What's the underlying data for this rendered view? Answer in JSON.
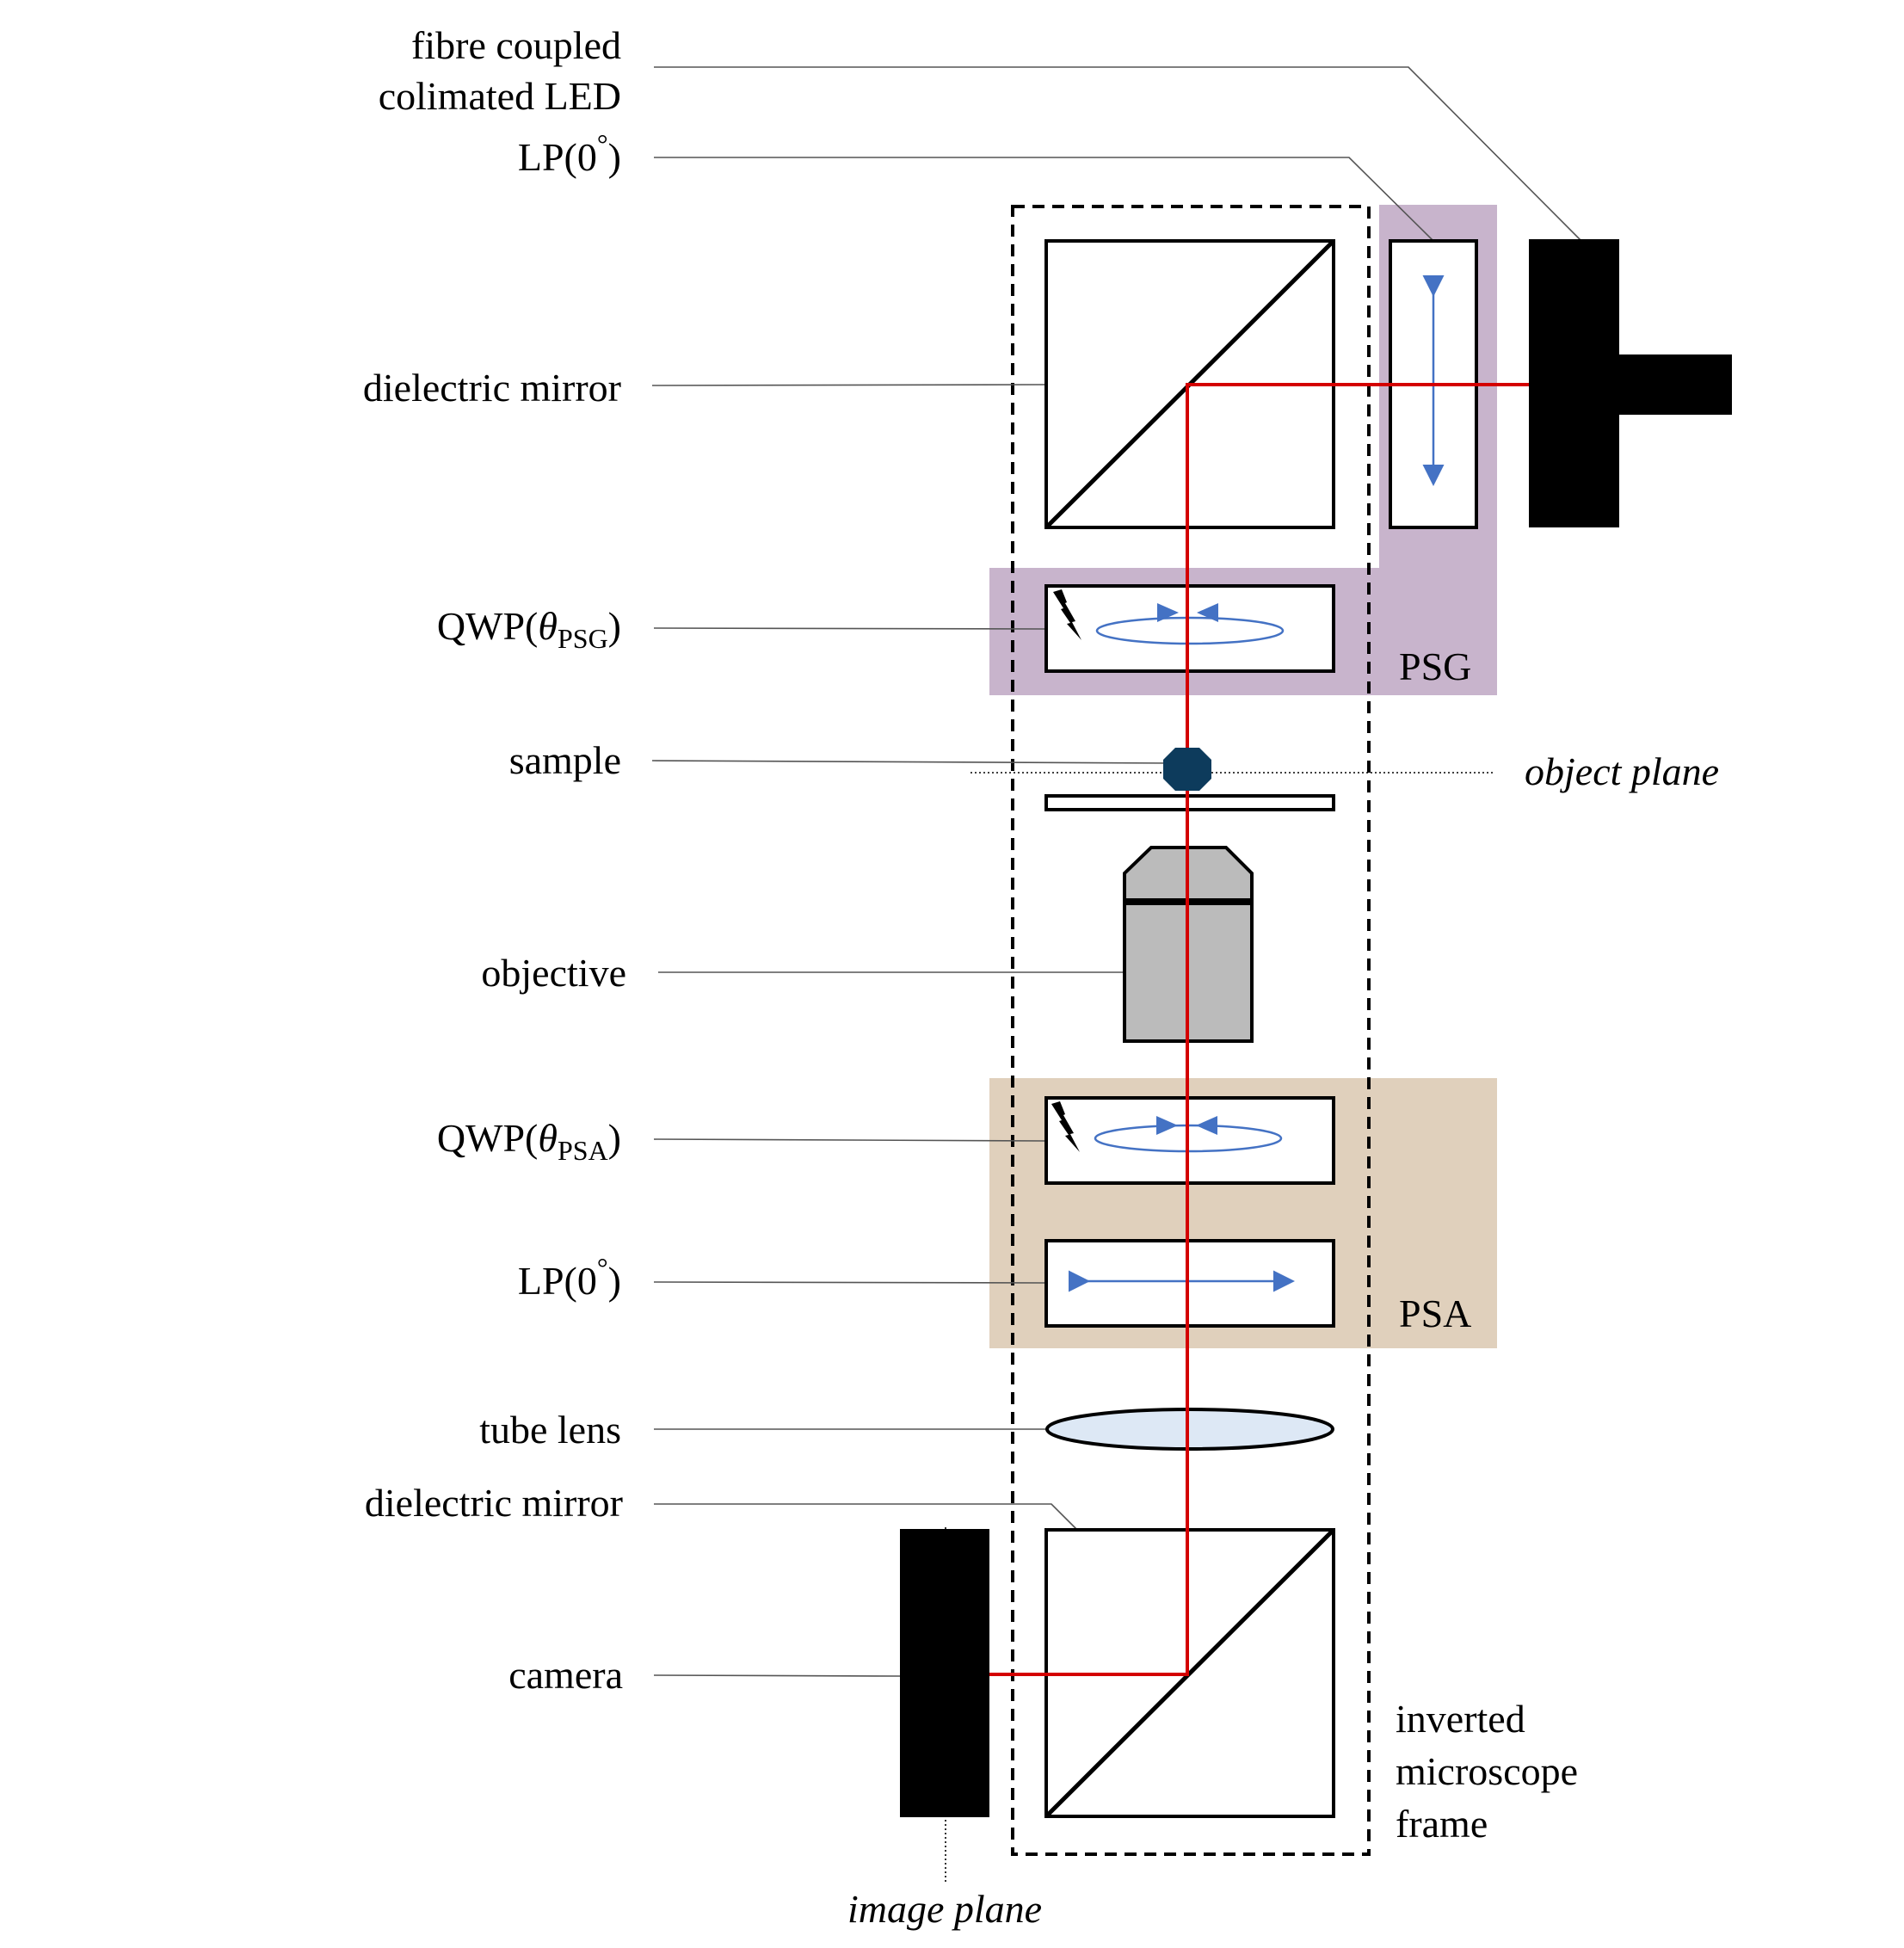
{
  "labels": {
    "led_line1": "fibre coupled",
    "led_line2": "colimated LED",
    "lp_top": "LP(0",
    "lp_degree": "°",
    "lp_close": ")",
    "mirror_top": "dielectric mirror",
    "qwp_psg_prefix": "QWP(",
    "theta": "θ",
    "qwp_psg_sub": "PSG",
    "qwp_close": ")",
    "sample": "sample",
    "objective": "objective",
    "qwp_psa_prefix": "QWP(",
    "qwp_psa_sub": "PSA",
    "lp_bottom": "LP(0",
    "tube_lens": "tube lens",
    "mirror_bottom": "dielectric mirror",
    "camera": "camera",
    "object_plane": "object plane",
    "image_plane": "image plane",
    "psg": "PSG",
    "psa": "PSA",
    "frame_line1": "inverted",
    "frame_line2": "microscope",
    "frame_line3": "frame"
  },
  "colors": {
    "psg_region": "#c8b4cc",
    "psa_region": "#e0d0bc",
    "beam": "#d40000",
    "polarization_arrows": "#4472c4",
    "objective_body": "#bbbbbb",
    "sample_dot": "#0d3b5c",
    "tube_lens": "#dde8f5",
    "led_and_camera": "#000000"
  },
  "icons": {
    "qwp_actuator": "lightning-bolt-icon"
  }
}
